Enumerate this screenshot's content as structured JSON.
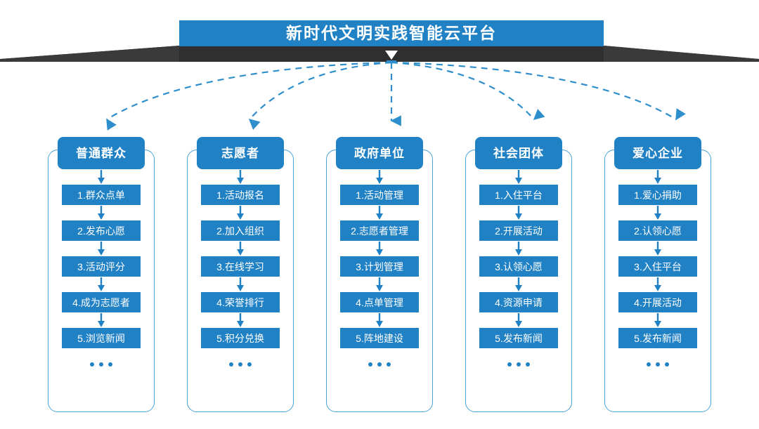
{
  "header": {
    "title": "新时代文明实践智能云平台",
    "banner_color": "#2181c5",
    "ribbon_color": "#2f2f2f"
  },
  "colors": {
    "primary_blue": "#2181c5",
    "border_blue": "#4aa3d8",
    "connector_blue": "#2f8fcc",
    "text_white": "#ffffff",
    "background": "#ffffff"
  },
  "ellipsis": "...",
  "columns": [
    {
      "header": "普通群众",
      "items": [
        "1.群众点单",
        "2.发布心愿",
        "3.活动评分",
        "4.成为志愿者",
        "5.浏览新闻"
      ]
    },
    {
      "header": "志愿者",
      "items": [
        "1.活动报名",
        "2.加入组织",
        "3.在线学习",
        "4.荣誉排行",
        "5.积分兑换"
      ]
    },
    {
      "header": "政府单位",
      "items": [
        "1.活动管理",
        "2.志愿者管理",
        "3.计划管理",
        "4.点单管理",
        "5.阵地建设"
      ]
    },
    {
      "header": "社会团体",
      "items": [
        "1.入住平台",
        "2.开展活动",
        "3.认领心愿",
        "4.资源申请",
        "5.发布新闻"
      ]
    },
    {
      "header": "爱心企业",
      "items": [
        "1.爱心捐助",
        "2.认领心愿",
        "3.入住平台",
        "4.开展活动",
        "5.发布新闻"
      ]
    }
  ]
}
